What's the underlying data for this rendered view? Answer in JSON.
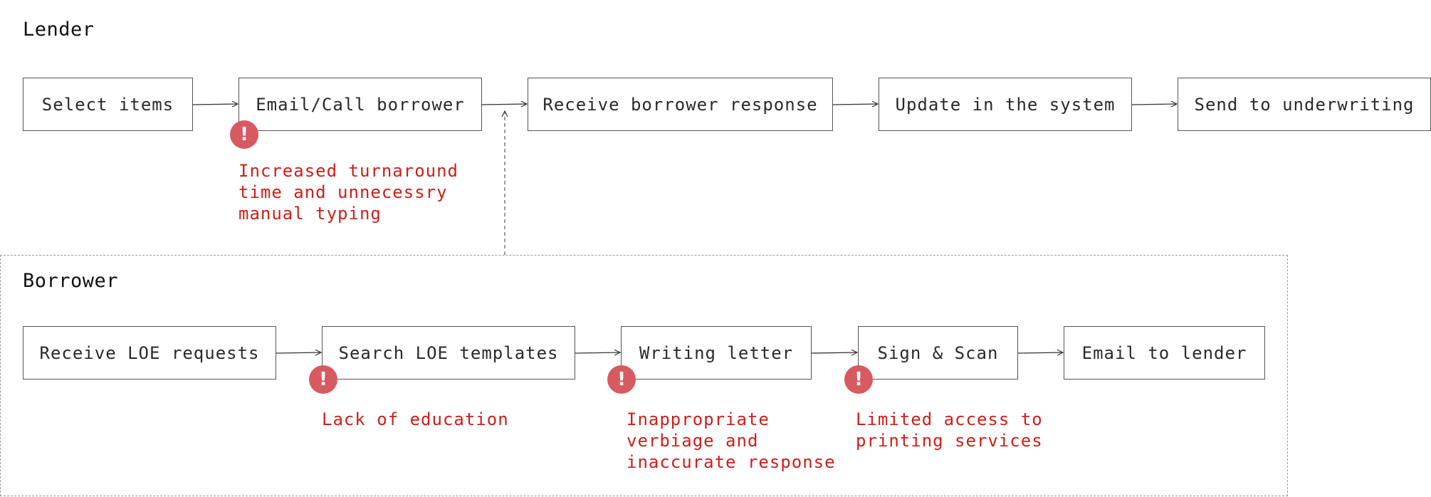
{
  "lender": {
    "title": "Lender",
    "steps": [
      "Select items",
      "Email/Call borrower",
      "Receive borrower response",
      "Update in the system",
      "Send to underwriting"
    ],
    "issues": [
      "Increased turnaround\ntime and unnecessry\nmanual typing"
    ]
  },
  "borrower": {
    "title": "Borrower",
    "steps": [
      "Receive LOE requests",
      "Search LOE templates",
      "Writing letter",
      "Sign & Scan",
      "Email to lender"
    ],
    "issues": [
      "Lack of education",
      "Inappropriate\nverbiage and\ninaccurate response",
      "Limited access to\nprinting services"
    ]
  },
  "warning_glyph": "!",
  "colors": {
    "warning_fill": "#d75a60",
    "issue_text": "#cc1f1a"
  }
}
